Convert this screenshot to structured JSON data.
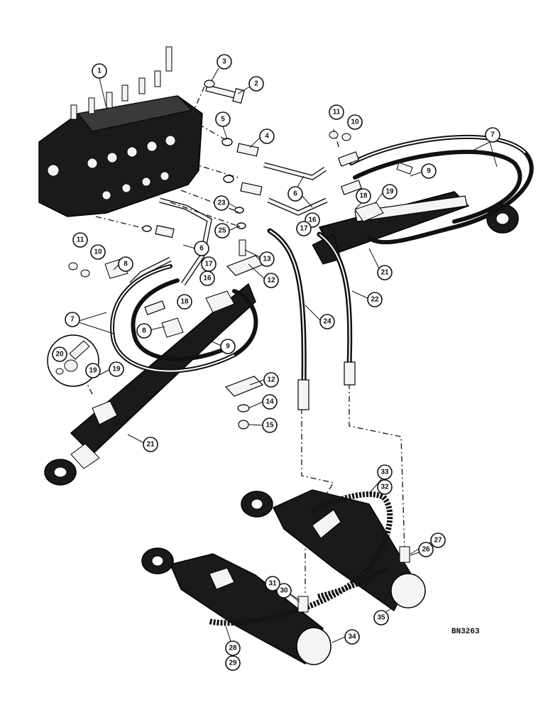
{
  "diagram": {
    "reference_code": "BN3263",
    "callouts": [
      {
        "key": "c1",
        "label": "1"
      },
      {
        "key": "c2",
        "label": "2"
      },
      {
        "key": "c3",
        "label": "3"
      },
      {
        "key": "c4",
        "label": "4"
      },
      {
        "key": "c5",
        "label": "5"
      },
      {
        "key": "c6a",
        "label": "6"
      },
      {
        "key": "c6b",
        "label": "6"
      },
      {
        "key": "c7a",
        "label": "7"
      },
      {
        "key": "c7b",
        "label": "7"
      },
      {
        "key": "c8a",
        "label": "8"
      },
      {
        "key": "c8b",
        "label": "8"
      },
      {
        "key": "c9a",
        "label": "9"
      },
      {
        "key": "c9b",
        "label": "9"
      },
      {
        "key": "c10a",
        "label": "10"
      },
      {
        "key": "c10b",
        "label": "10"
      },
      {
        "key": "c11a",
        "label": "11"
      },
      {
        "key": "c11b",
        "label": "11"
      },
      {
        "key": "c12a",
        "label": "12"
      },
      {
        "key": "c12b",
        "label": "12"
      },
      {
        "key": "c13",
        "label": "13"
      },
      {
        "key": "c14",
        "label": "14"
      },
      {
        "key": "c15",
        "label": "15"
      },
      {
        "key": "c16a",
        "label": "16"
      },
      {
        "key": "c16b",
        "label": "16"
      },
      {
        "key": "c17a",
        "label": "17"
      },
      {
        "key": "c17b",
        "label": "17"
      },
      {
        "key": "c18a",
        "label": "18"
      },
      {
        "key": "c18b",
        "label": "18"
      },
      {
        "key": "c19a",
        "label": "19"
      },
      {
        "key": "c19b",
        "label": "19"
      },
      {
        "key": "c19c",
        "label": "19"
      },
      {
        "key": "c20",
        "label": "20"
      },
      {
        "key": "c21a",
        "label": "21"
      },
      {
        "key": "c21b",
        "label": "21"
      },
      {
        "key": "c22",
        "label": "22"
      },
      {
        "key": "c23",
        "label": "23"
      },
      {
        "key": "c24",
        "label": "24"
      },
      {
        "key": "c25",
        "label": "25"
      },
      {
        "key": "c26",
        "label": "26"
      },
      {
        "key": "c27",
        "label": "27"
      },
      {
        "key": "c28",
        "label": "28"
      },
      {
        "key": "c29",
        "label": "29"
      },
      {
        "key": "c30",
        "label": "30"
      },
      {
        "key": "c31",
        "label": "31"
      },
      {
        "key": "c32",
        "label": "32"
      },
      {
        "key": "c33",
        "label": "33"
      },
      {
        "key": "c34",
        "label": "34"
      },
      {
        "key": "c35",
        "label": "35"
      }
    ]
  }
}
